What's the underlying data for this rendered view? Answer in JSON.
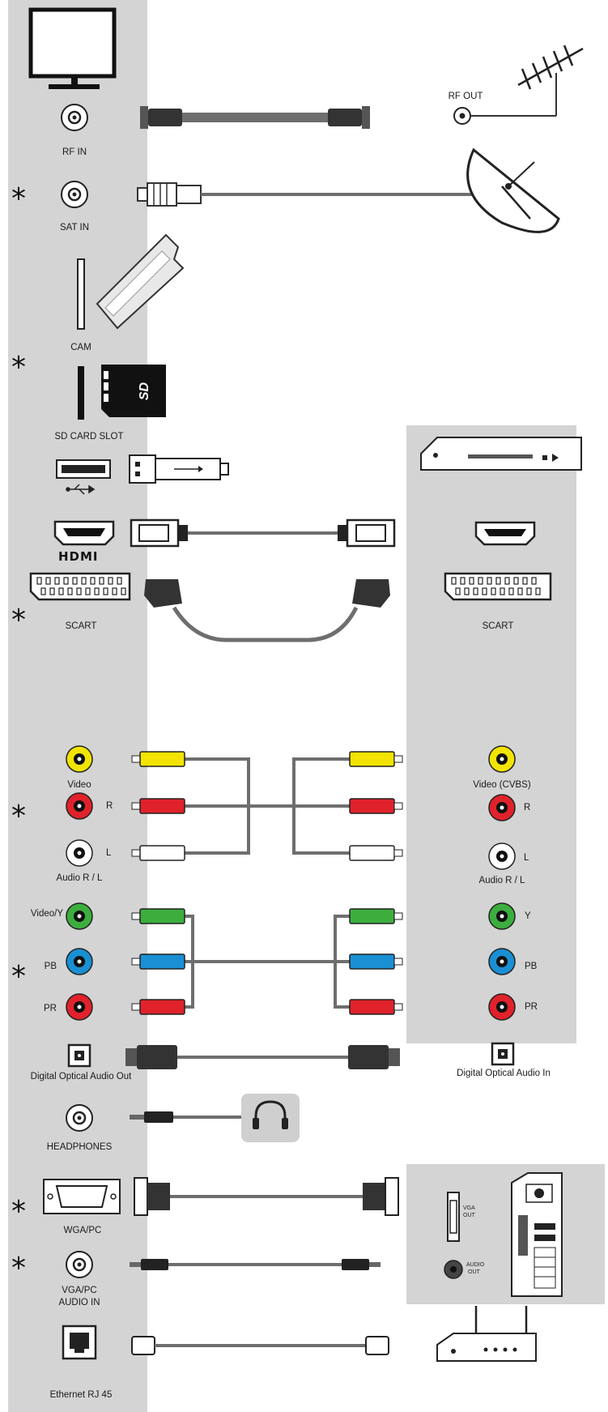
{
  "labels": {
    "rf_in": "RF IN",
    "rf_out": "RF OUT",
    "sat_in": "SAT IN",
    "cam": "CAM",
    "sd_card_slot": "SD CARD SLOT",
    "sd": "SD",
    "hdmi": "HDMI",
    "scart_tv": "SCART",
    "scart_dev": "SCART",
    "video_tv": "Video",
    "r_tv": "R",
    "l_tv": "L",
    "audio_rl_tv": "Audio R / L",
    "video_cvbs": "Video (CVBS)",
    "r_dev": "R",
    "l_dev": "L",
    "audio_rl_dev": "Audio R / L",
    "video_y": "Video/Y",
    "pb_tv": "PB",
    "pr_tv": "PR",
    "y_dev": "Y",
    "pb_dev": "PB",
    "pr_dev": "PR",
    "optical_out": "Digital Optical Audio Out",
    "optical_in": "Digital Optical Audio In",
    "headphones": "HEADPHONES",
    "wga_pc": "WGA/PC",
    "vga_pc_audio_1": "VGA/PC",
    "vga_pc_audio_2": "AUDIO IN",
    "vga_out_1": "VGA",
    "vga_out_2": "OUT",
    "audio_out_1": "AUDIO",
    "audio_out_2": "OUT",
    "ethernet": "Ethernet RJ 45"
  },
  "asterisk": "*",
  "colors": {
    "panel": "#d4d4d4",
    "cable": "#6e6e6e",
    "video_yellow": "#f2e400",
    "audio_red": "#e0222b",
    "audio_white": "#ffffff",
    "comp_green": "#3cae3e",
    "comp_blue": "#1a8fd3",
    "comp_red": "#e0222b"
  }
}
